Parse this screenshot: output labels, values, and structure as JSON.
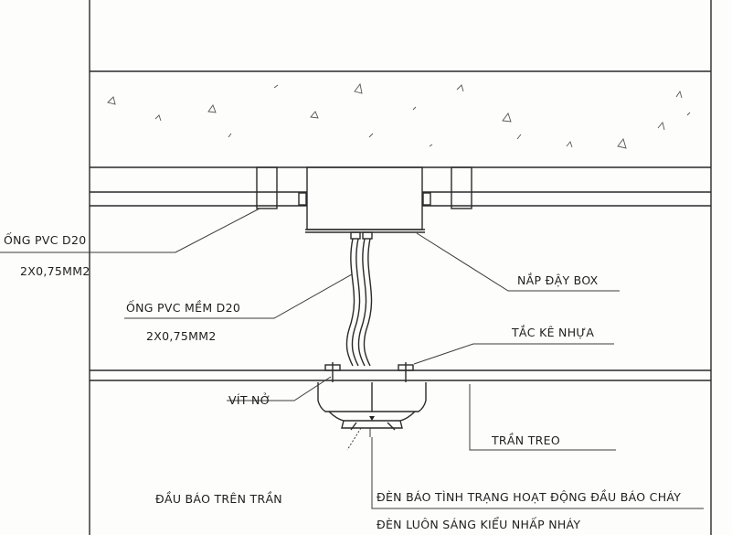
{
  "labels": {
    "ong_pvc": "ỐNG PVC D20",
    "ong_pvc_size": "2X0,75MM2",
    "ong_pvc_mem": "ỐNG PVC MỀM D20",
    "ong_pvc_mem_size": "2X0,75MM2",
    "nap_day_box": "NẮP ĐẬY BOX",
    "tac_ke_nhua": "TẮC KÊ NHỰA",
    "vit_no": "VÍT NỞ",
    "tran_treo": "TRẦN TREO",
    "dau_bao_tren_tran": "ĐẦU BÁO TRÊN TRẦN",
    "den_bao": "ĐÈN BÁO TÌNH TRẠNG HOẠT ĐỘNG ĐẦU BÁO CHÁY",
    "den_luon_sang": "ĐÈN LUÔN SÁNG KIỂU NHẤP NHÁY"
  }
}
